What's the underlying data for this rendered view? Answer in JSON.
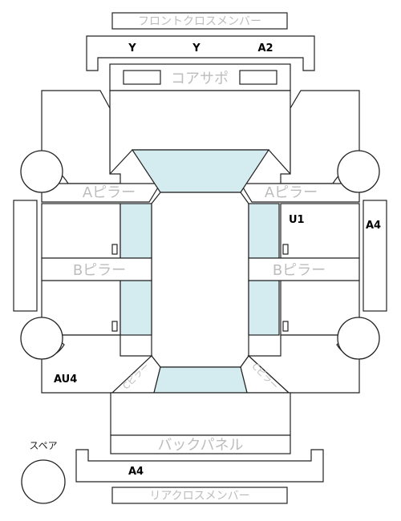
{
  "labels": {
    "front_cross_member": "フロントクロスメンバー",
    "core_support": "コアサポ",
    "a_pillar_left": "Aピラー",
    "a_pillar_right": "Aピラー",
    "b_pillar_left": "Bピラー",
    "b_pillar_right": "Bピラー",
    "c_pillar_left": "Cピラー",
    "c_pillar_right": "Cピラー",
    "back_panel": "バックパネル",
    "spare": "スペア",
    "rear_cross_member": "リアクロスメンバー"
  },
  "marks": {
    "front_member_1": "Y",
    "front_member_2": "Y",
    "front_member_3": "A2",
    "right_front_door": "U1",
    "right_side_sill": "A4",
    "left_rear_fender": "AU4",
    "rear_member": "A4"
  },
  "colors": {
    "glass": "#d4ebf0",
    "outline": "#222222",
    "label_gray": "#bdbdbd"
  }
}
